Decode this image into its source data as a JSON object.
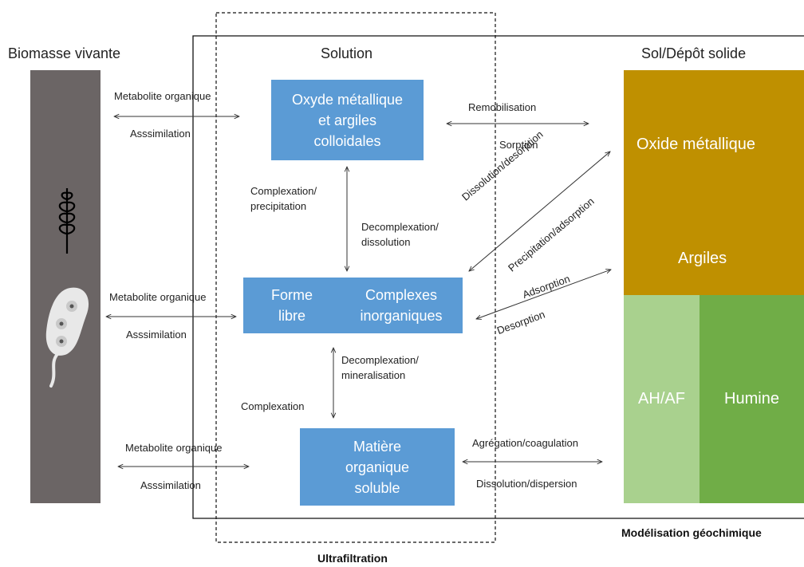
{
  "headers": {
    "biomasse": "Biomasse vivante",
    "solution": "Solution",
    "sol": "Sol/Dépôt solide"
  },
  "footer": {
    "ultrafiltration": "Ultrafiltration",
    "modelisation": "Modélisation géochimique"
  },
  "boxes": {
    "oxyde": "Oxyde métallique\net argiles\ncolloidales",
    "forme": "Forme\nlibre",
    "complexes": "Complexes\ninorganiques",
    "matiere": "Matière\norganique\nsoluble"
  },
  "soil": {
    "oxide": "Oxide métallique",
    "argiles": "Argiles",
    "ahaf": "AH/AF",
    "humine": "Humine"
  },
  "left_flows": {
    "top": {
      "above": "Metabolite organique",
      "below": "Asssimilation"
    },
    "middle": {
      "above": "Metabolite organique",
      "below": "Asssimilation"
    },
    "bottom": {
      "above": "Metabolite organique",
      "below": "Asssimilation"
    }
  },
  "center_flows": {
    "complexation_precip": "Complexation/\nprecipitation",
    "decomplex_dissol": "Decomplexation/\ndissolution",
    "decomplex_mineral": "Decomplexation/\nmineralisation",
    "complexation": "Complexation"
  },
  "right_flows": {
    "remobilisation": "Remobilisation",
    "sorption": "Sorption",
    "dissolution_desorption": "Dissolution/desorption",
    "precipitation_adsorption": "Precipitation/adsorption",
    "adsorption": "Adsorption",
    "desorption": "Desorption",
    "agregation": "Agrégation/coagulation",
    "dissolution_dispersion": "Dissolution/dispersion"
  },
  "colors": {
    "box_blue": "#5b9bd5",
    "biomass_gray": "#6b6565",
    "ochre": "#bf9000",
    "light_green": "#a9d18e",
    "green": "#70ad47"
  },
  "icons": [
    "wheat-icon",
    "bacterium-icon"
  ]
}
